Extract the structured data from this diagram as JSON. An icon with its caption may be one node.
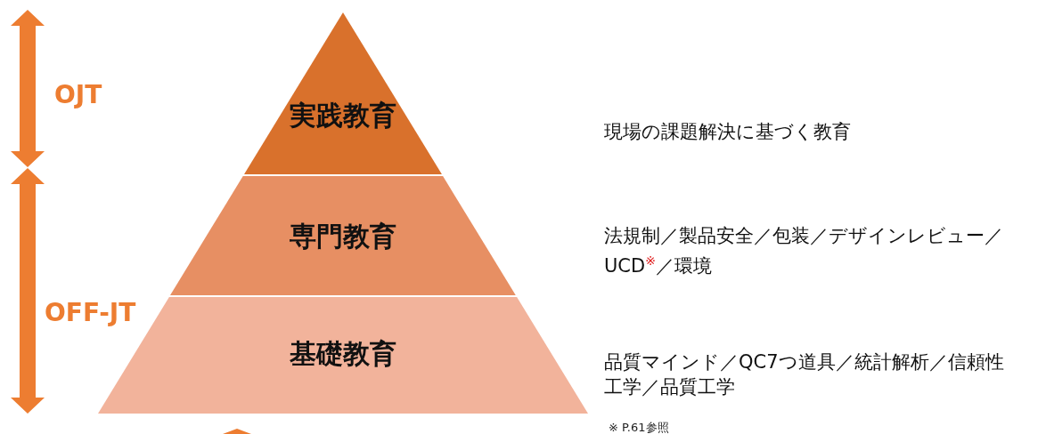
{
  "diagram": {
    "nodes": [
      {
        "text": [
          "実践教育"
        ]
      },
      {
        "text": [
          "専門教育"
        ]
      },
      {
        "text": [
          "基礎教育"
        ]
      }
    ],
    "edges": [],
    "labels": [
      "OJT",
      "現場の課題解決に基づく教育",
      "法規制／製品安全／包装／デザインレビュー／UCD$^{※}$／環境",
      "OFF-JT",
      "品質マインド／QC7つ道具／統計解析／信頼性工学／品質工学",
      "※ P.61参照"
    ]
  }
}
